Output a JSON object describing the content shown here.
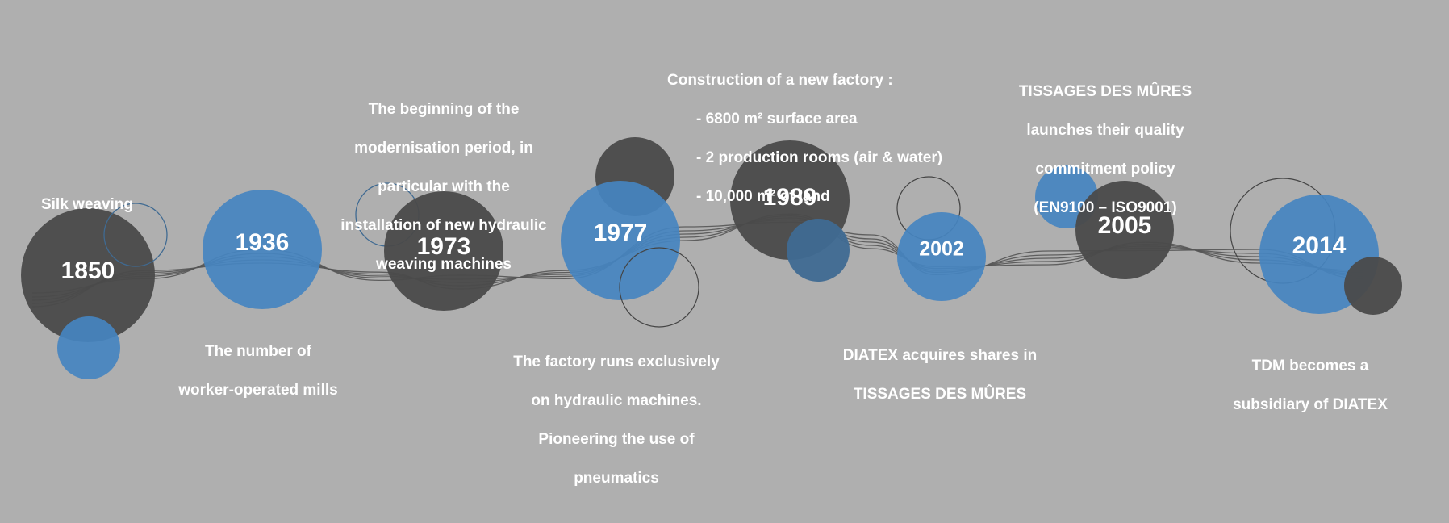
{
  "colors": {
    "background": "#afafaf",
    "dark": "#4a4a4a",
    "blue": "#4584c0",
    "curve": "#555555",
    "text": "#ffffff"
  },
  "milestones": [
    {
      "year": "1850",
      "caption": [
        "Silk weaving"
      ]
    },
    {
      "year": "1936",
      "caption": [
        "The number of",
        "worker-operated mills"
      ]
    },
    {
      "year": "1973",
      "caption": [
        "The beginning of the",
        "modernisation period, in",
        "particular with the",
        "installation of new hydraulic",
        "weaving machines"
      ]
    },
    {
      "year": "1977",
      "caption": [
        "The factory runs exclusively",
        "on hydraulic machines.",
        "Pioneering the use of",
        "pneumatics"
      ]
    },
    {
      "year": "1989",
      "caption": [
        "Construction of a new factory :",
        "- 6800 m² surface area",
        "- 2 production rooms (air & water)",
        "- 10,000 m² of land"
      ]
    },
    {
      "year": "2002",
      "caption": [
        "DIATEX acquires shares in",
        "TISSAGES DES MÛRES"
      ]
    },
    {
      "year": "2005",
      "caption": [
        "TISSAGES DES MÛRES",
        "launches their quality",
        "commitment policy",
        "(EN9100 – ISO9001)"
      ]
    },
    {
      "year": "2014",
      "caption": [
        "TDM becomes a",
        "subsidiary of DIATEX"
      ]
    }
  ]
}
